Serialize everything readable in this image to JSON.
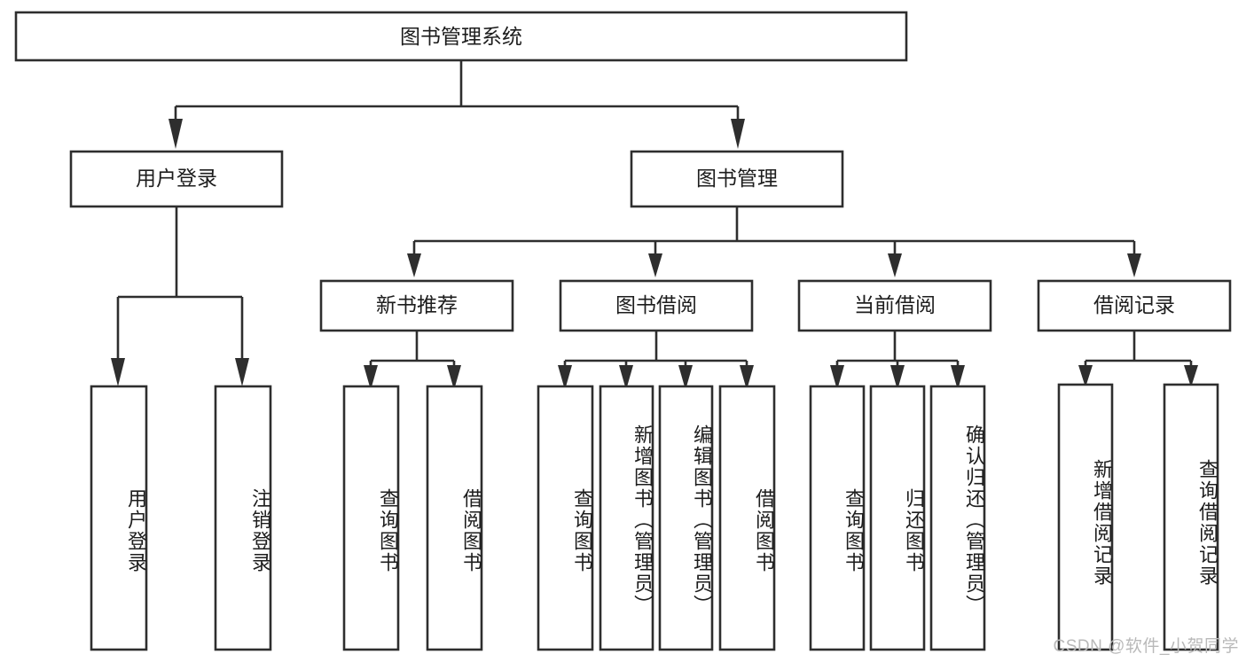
{
  "diagram": {
    "title": "图书管理系统",
    "type": "tree-structure-chart",
    "watermark": "CSDN @软件_小贺同学",
    "colors": {
      "stroke": "#2e2e2e",
      "fill": "#ffffff",
      "text": "#1d1d1d",
      "watermark": "#b9b9b9"
    },
    "root": {
      "label": "图书管理系统"
    },
    "level2": [
      {
        "label": "用户登录"
      },
      {
        "label": "图书管理"
      }
    ],
    "level3": [
      {
        "label": "新书推荐"
      },
      {
        "label": "图书借阅"
      },
      {
        "label": "当前借阅"
      },
      {
        "label": "借阅记录"
      }
    ],
    "leaves": {
      "user_login": [
        {
          "label": "用户登录"
        },
        {
          "label": "注销登录"
        }
      ],
      "new_book_recommend": [
        {
          "label": "查询图书"
        },
        {
          "label": "借阅图书"
        }
      ],
      "book_borrow": [
        {
          "label": "查询图书"
        },
        {
          "label": "新增图书（管理员）"
        },
        {
          "label": "编辑图书（管理员）"
        },
        {
          "label": "借阅图书"
        }
      ],
      "current_borrow": [
        {
          "label": "查询图书"
        },
        {
          "label": "归还图书"
        },
        {
          "label": "确认归还（管理员）"
        }
      ],
      "borrow_record": [
        {
          "label": "新增借阅记录"
        },
        {
          "label": "查询借阅记录"
        }
      ]
    }
  }
}
